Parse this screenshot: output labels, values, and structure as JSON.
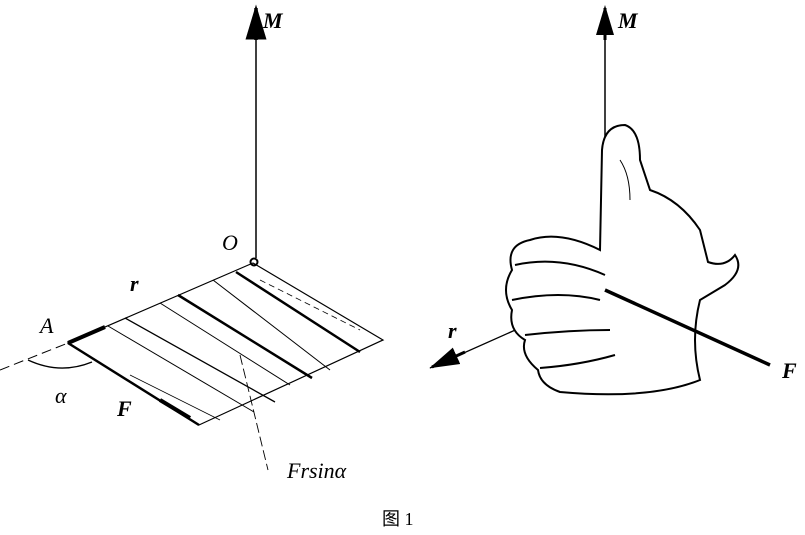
{
  "left_figure": {
    "moment_label": "M",
    "origin_label": "O",
    "radius_label": "r",
    "point_label": "A",
    "angle_label": "α",
    "force_label": "F",
    "area_label": "Frsinα"
  },
  "right_figure": {
    "moment_label": "M",
    "radius_label": "r",
    "force_label": "F"
  },
  "caption": "图 1"
}
